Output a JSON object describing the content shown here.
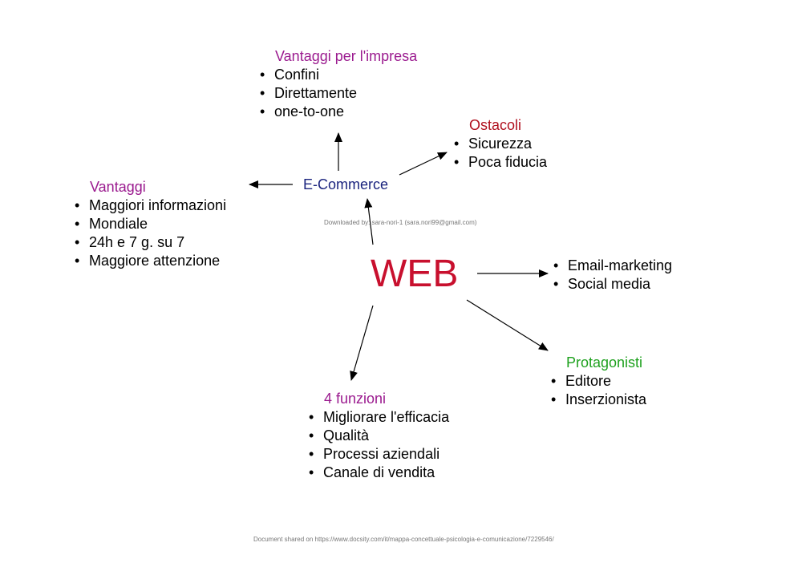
{
  "center": {
    "title": "WEB"
  },
  "ecommerce": {
    "label": "E-Commerce"
  },
  "vantaggi_impresa": {
    "heading": "Vantaggi per l'impresa",
    "color": "#9b1b8f",
    "items": [
      "Confini",
      "Direttamente",
      "one-to-one"
    ]
  },
  "ostacoli": {
    "heading": "Ostacoli",
    "color": "#b0111f",
    "items": [
      "Sicurezza",
      "Poca fiducia"
    ]
  },
  "vantaggi": {
    "heading": "Vantaggi",
    "color": "#9b1b8f",
    "items": [
      "Maggiori informazioni",
      "Mondiale",
      "24h e 7 g. su 7",
      "Maggiore attenzione"
    ]
  },
  "marketing": {
    "items": [
      "Email-marketing",
      "Social media"
    ]
  },
  "protagonisti": {
    "heading": "Protagonisti",
    "color": "#1ea11e",
    "items": [
      "Editore",
      "Inserzionista"
    ]
  },
  "funzioni": {
    "heading": "4 funzioni",
    "color": "#9b1b8f",
    "items": [
      "Migliorare l'efficacia",
      "Qualità",
      "Processi aziendali",
      "Canale di vendita"
    ]
  },
  "watermark": {
    "downloaded": "Downloaded by: sara-nori-1 (sara.nori99@gmail.com)",
    "shared": "Document shared on https://www.docsity.com/it/mappa-concettuale-psicologia-e-comunicazione/7229546/"
  }
}
